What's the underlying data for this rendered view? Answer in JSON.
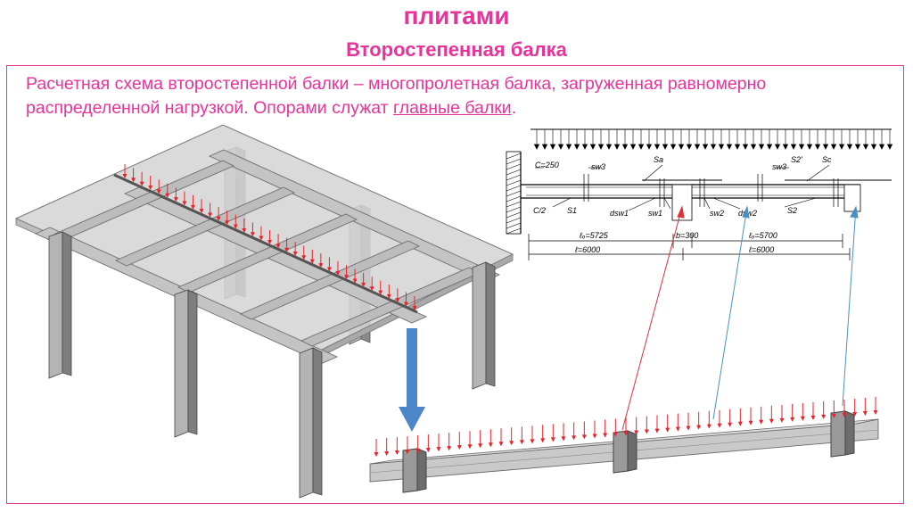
{
  "heading": {
    "title_line": "плитами",
    "subtitle": "Второстепенная балка"
  },
  "description": {
    "text_main": "Расчетная схема второстепенной балки – многопролетная балка, загруженная равномерно распределенной нагрузкой. Опорами служат ",
    "link_text": "главные балки",
    "text_end": "."
  },
  "drawing_labels": {
    "c250": "C=250",
    "c2": "C/2",
    "sw3_left": "sw3",
    "sw3_right": "sw3",
    "sa": "Sa",
    "s2prime": "S2'",
    "sc": "Sc",
    "s1": "S1",
    "dsw1": "dsw1",
    "sw1": "sw1",
    "sw2": "sw2",
    "dsw2": "dsw2",
    "s2": "S2",
    "lo1": "ℓₒ=5725",
    "lo2": "ℓₒ=5700",
    "b300": "b=300",
    "l1": "ℓ=6000",
    "l2": "ℓ=6000"
  },
  "colors": {
    "accent": "#e8339a",
    "load_arrows": "#e8232b",
    "support_line": "#e0303a",
    "reference_lines": "#4a90c8",
    "down_arrow": "#4a86c8",
    "concrete": "#c9c9c9"
  }
}
